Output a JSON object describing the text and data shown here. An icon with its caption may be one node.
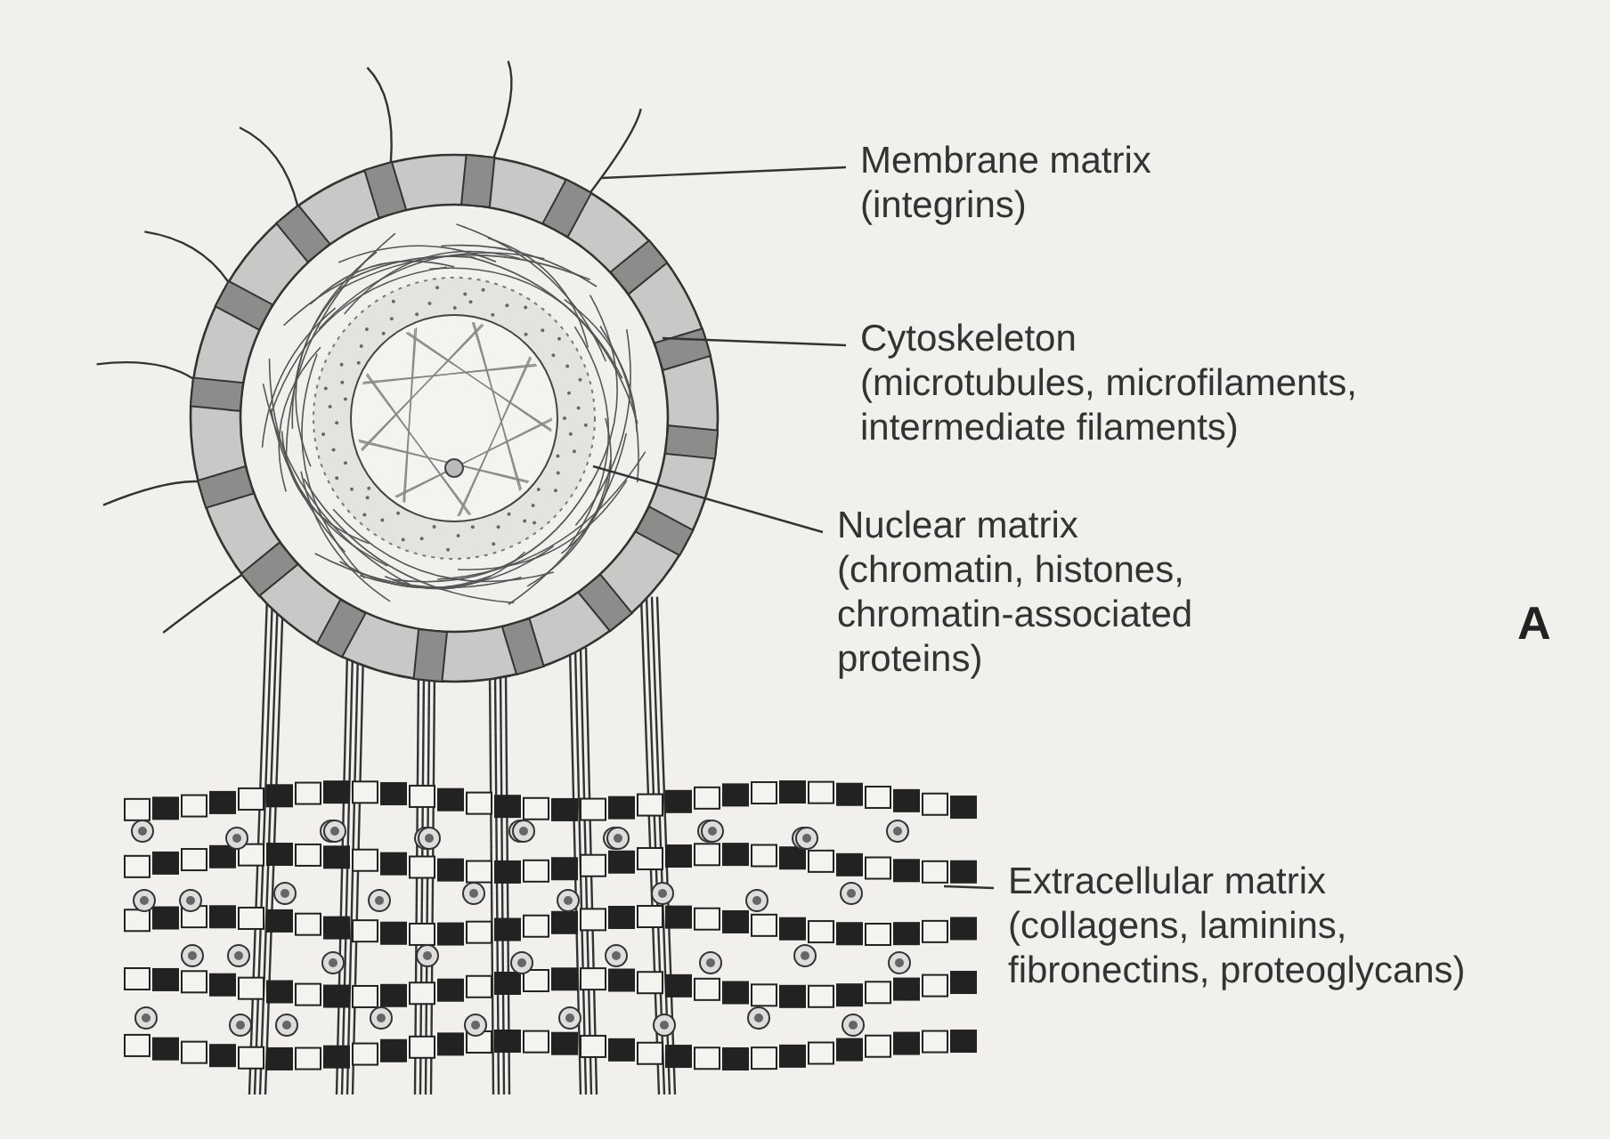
{
  "diagram": {
    "nodes": [
      {
        "text": [
          "Membrane matrix",
          "(integrins)"
        ]
      },
      {
        "text": [
          "Cytoskeleton",
          "(microtubules, microfilaments, intermediate filaments)"
        ]
      },
      {
        "text": [
          "Nuclear matrix",
          "(chromatin, histones, chromatin-associated proteins)"
        ]
      },
      {
        "text": [
          "Extracellular matrix",
          "(collagens, laminins, fibronectins, proteoglycans)"
        ]
      },
      {
        "text": [],
        "shape": "picture"
      },
      {
        "text": [],
        "shape": "picture",
        "in": 4
      },
      {
        "text": [],
        "shape": "picture",
        "in": 5
      },
      {
        "text": [],
        "shape": "picture"
      }
    ],
    "edges": [
      {
        "from": 0,
        "to": 4,
        "arrow": "none"
      },
      {
        "from": 1,
        "to": 5,
        "arrow": "none"
      },
      {
        "from": 2,
        "to": 6,
        "arrow": "none"
      },
      {
        "from": 3,
        "to": 7,
        "arrow": "none"
      }
    ],
    "labels": [
      "A"
    ]
  }
}
